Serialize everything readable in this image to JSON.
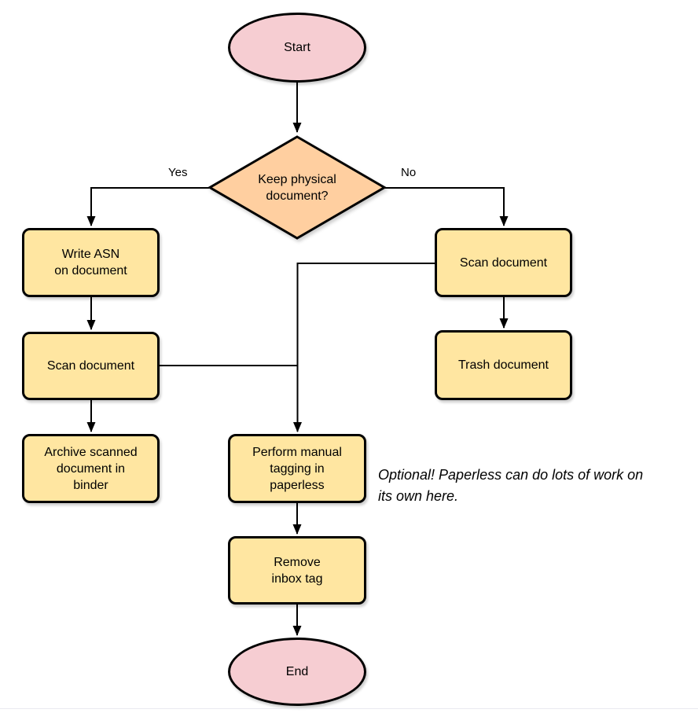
{
  "canvas": {
    "background": "#ffffff",
    "bottom_rule_color": "#e9e9f0"
  },
  "palette": {
    "terminal_fill": "#f6cdd2",
    "decision_fill": "#ffcfa0",
    "process_fill": "#ffe6a1",
    "stroke": "#000000",
    "connector": "#000000"
  },
  "nodes": {
    "start": {
      "label": "Start",
      "type": "terminal"
    },
    "decision": {
      "label": "Keep physical\ndocument?",
      "type": "decision"
    },
    "write_asn": {
      "label": "Write ASN\non document",
      "type": "process"
    },
    "scan_left": {
      "label": "Scan document",
      "type": "process"
    },
    "archive": {
      "label": "Archive scanned\ndocument in\nbinder",
      "type": "process"
    },
    "scan_right": {
      "label": "Scan document",
      "type": "process"
    },
    "trash": {
      "label": "Trash document",
      "type": "process"
    },
    "tagging": {
      "label": "Perform manual\ntagging in\npaperless",
      "type": "process"
    },
    "remove_inbox": {
      "label": "Remove\ninbox tag",
      "type": "process"
    },
    "end": {
      "label": "End",
      "type": "terminal"
    }
  },
  "edge_labels": {
    "yes": "Yes",
    "no": "No"
  },
  "annotation": {
    "note": "Optional! Paperless can do lots of work on\nits own here."
  }
}
